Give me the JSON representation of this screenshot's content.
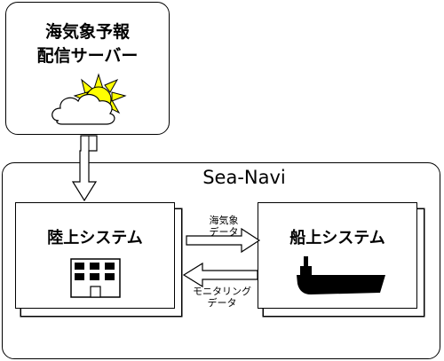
{
  "server": {
    "line1": "海気象予報",
    "line2": "配信サーバー"
  },
  "system": {
    "title": "Sea-Navi"
  },
  "land": {
    "label": "陸上システム"
  },
  "ship": {
    "label": "船上システム"
  },
  "arrows": {
    "to_ship_line1": "海気象",
    "to_ship_line2": "データ",
    "to_land_line1": "モニタリング",
    "to_land_line2": "データ"
  },
  "colors": {
    "sun": "#ffff00",
    "line": "#000000",
    "fill": "#ffffff"
  },
  "icons": [
    "sun-cloud-icon",
    "building-icon",
    "ship-icon"
  ]
}
